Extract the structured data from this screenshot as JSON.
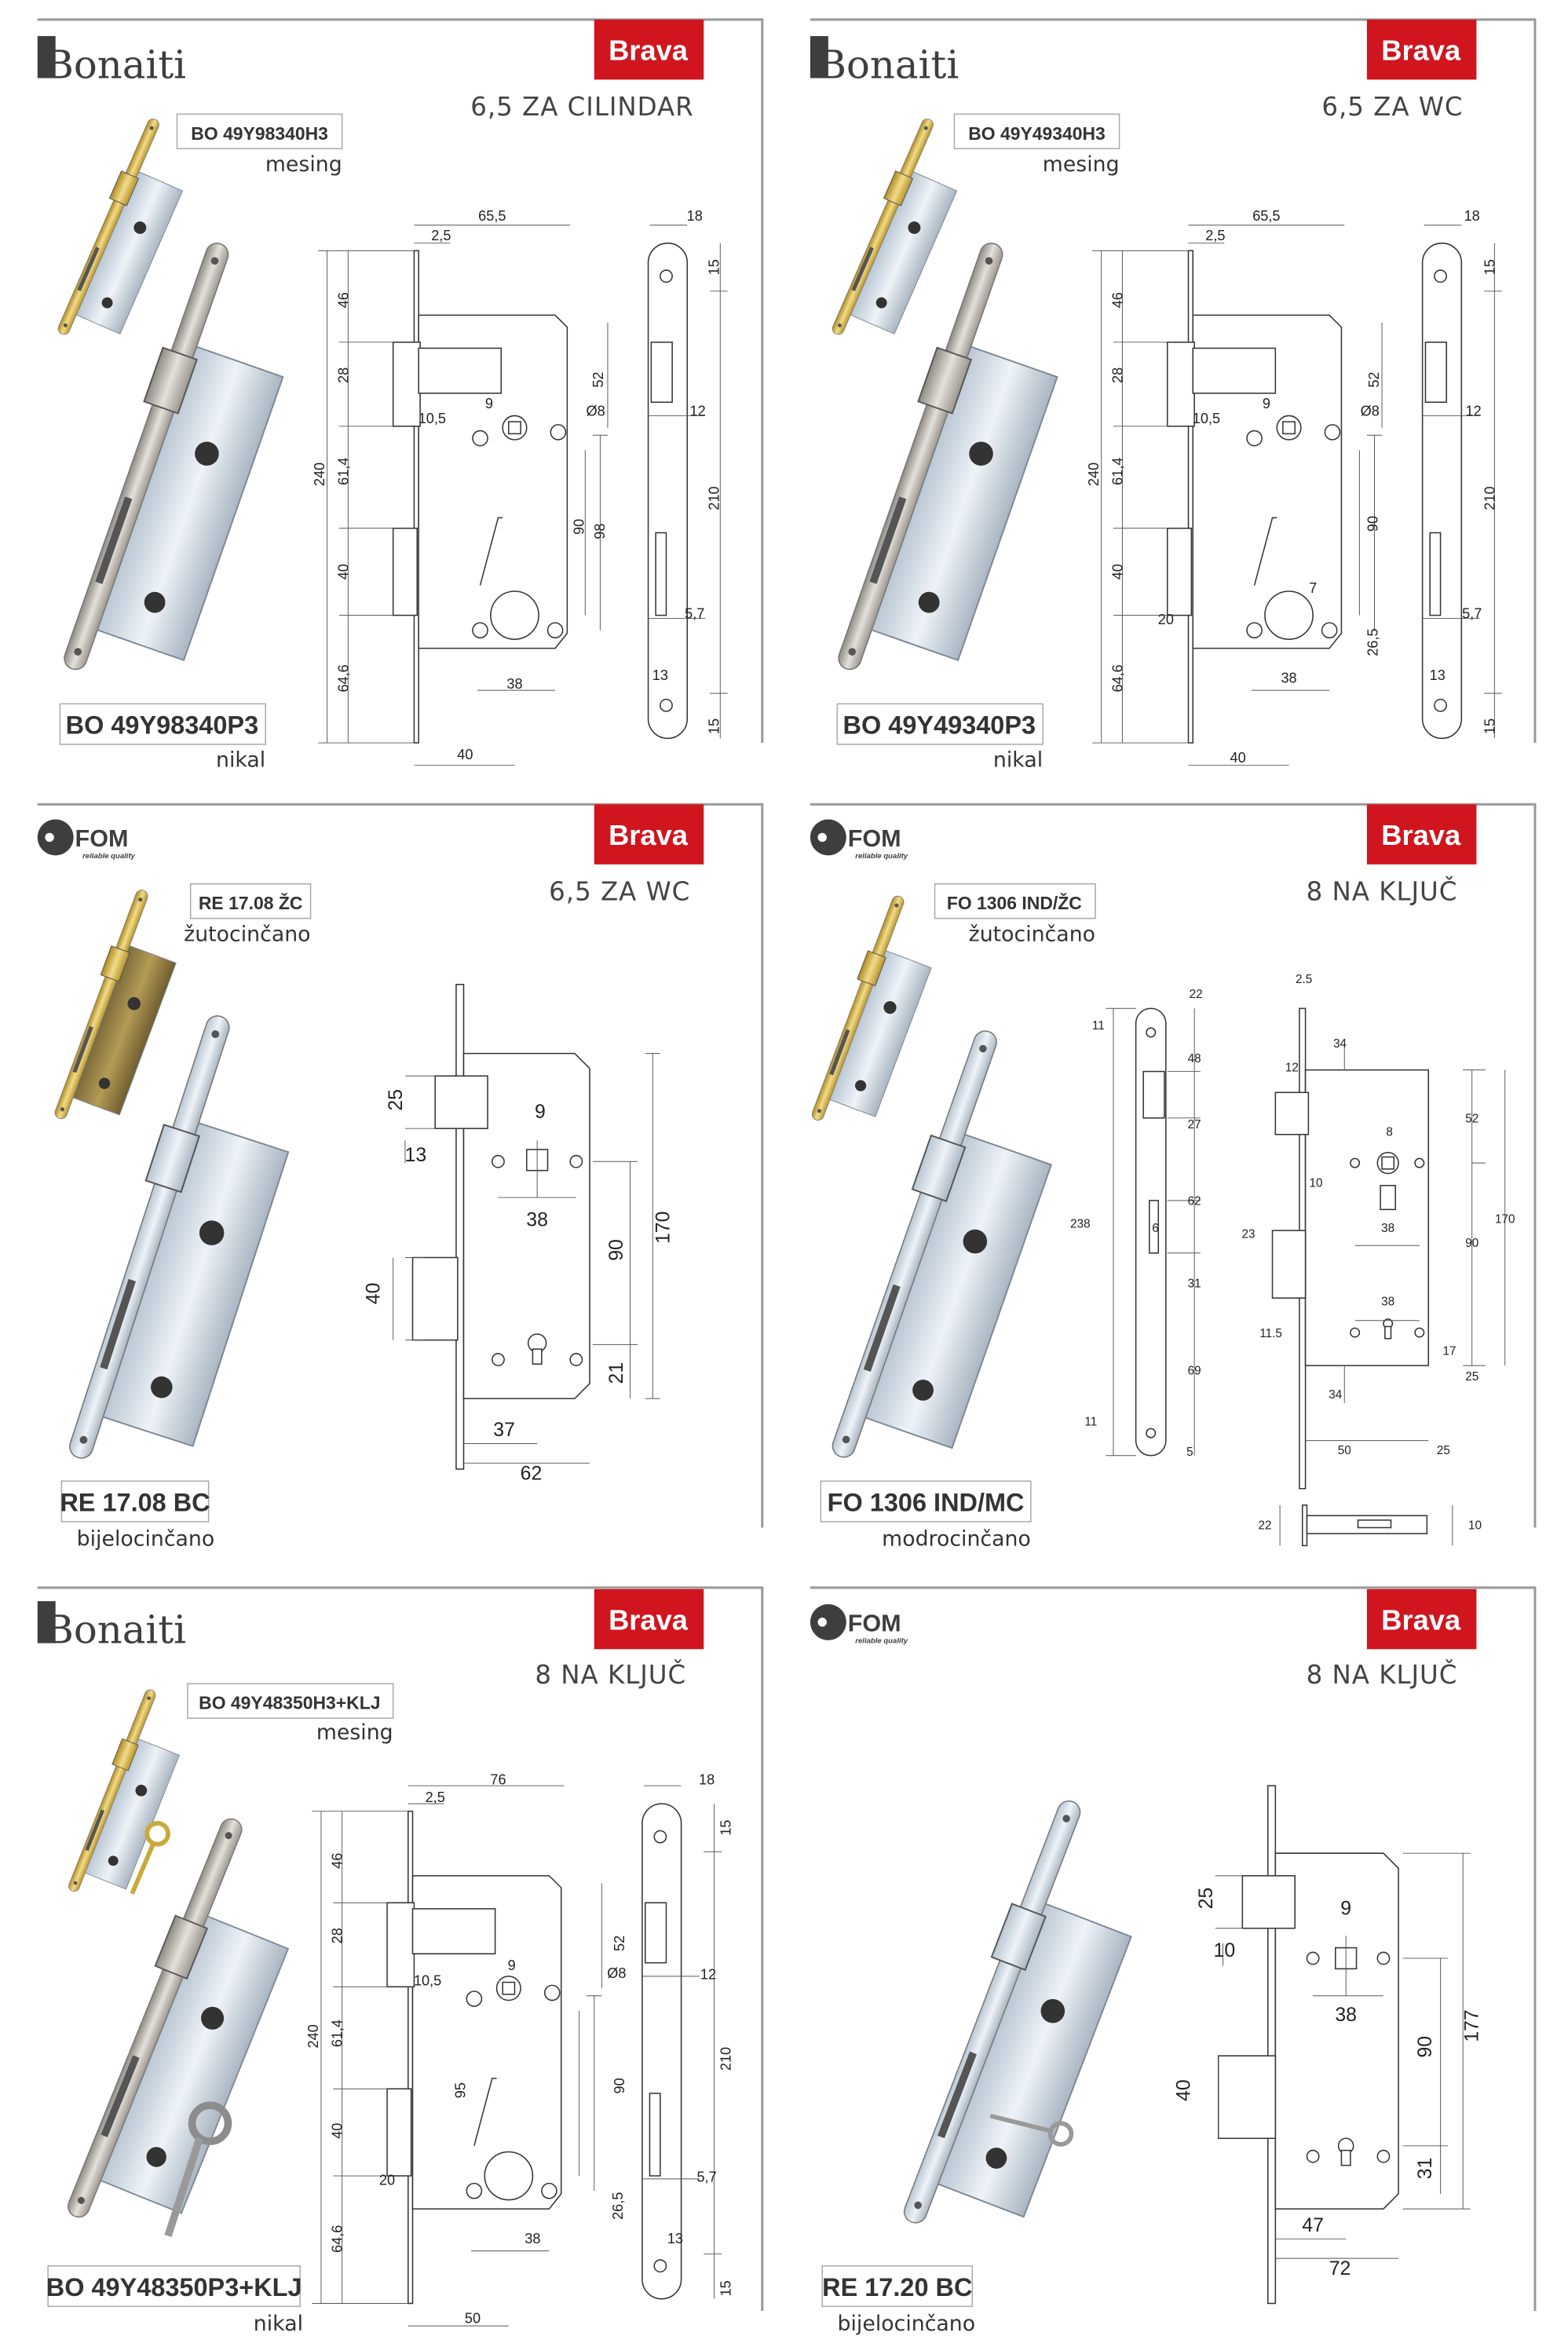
{
  "colors": {
    "accent": "#d0151f",
    "border": "#9a9a9a"
  },
  "panels": [
    {
      "logo": "Bonaiti",
      "badge": "Brava",
      "subtitle": "6,5 ZA CILINDAR",
      "top_code": "BO 49Y98340H3",
      "top_finish": "mesing",
      "bottom_code": "BO 49Y98340P3",
      "bottom_finish": "nikal",
      "dims": [
        "65,5",
        "2,5",
        "18",
        "46",
        "28",
        "240",
        "61,4",
        "40",
        "64,6",
        "15",
        "52",
        "10,5",
        "9",
        "Ø8",
        "12",
        "210",
        "90",
        "98",
        "5,7",
        "38",
        "13",
        "15",
        "40"
      ]
    },
    {
      "logo": "Bonaiti",
      "badge": "Brava",
      "subtitle": "6,5 ZA WC",
      "top_code": "BO 49Y49340H3",
      "top_finish": "mesing",
      "bottom_code": "BO 49Y49340P3",
      "bottom_finish": "nikal",
      "dims": [
        "65,5",
        "2,5",
        "18",
        "46",
        "28",
        "240",
        "61,4",
        "40",
        "64,6",
        "15",
        "52",
        "10,5",
        "9",
        "Ø8",
        "12",
        "210",
        "90",
        "7",
        "20",
        "26,5",
        "5,7",
        "38",
        "13",
        "15",
        "40"
      ]
    },
    {
      "logo": "FOM",
      "logo_tagline": "reliable quality",
      "badge": "Brava",
      "subtitle": "6,5 ZA WC",
      "top_code": "RE 17.08 ŽC",
      "top_finish": "žutocinčano",
      "bottom_code": "RE 17.08 BC",
      "bottom_finish": "bijelocinčano",
      "dims": [
        "25",
        "9",
        "13",
        "38",
        "170",
        "90",
        "40",
        "21",
        "37",
        "62"
      ]
    },
    {
      "logo": "FOM",
      "logo_tagline": "reliable quality",
      "badge": "Brava",
      "subtitle": "8 NA KLJUČ",
      "top_code": "FO 1306 IND/ŽC",
      "top_finish": "žutocinčano",
      "bottom_code": "FO 1306 IND/MC",
      "bottom_finish": "modrocinčano",
      "dims": [
        "22",
        "11",
        "48",
        "27",
        "238",
        "62",
        "6",
        "31",
        "69",
        "11",
        "5",
        "2.5",
        "34",
        "12",
        "52",
        "8",
        "10",
        "170",
        "38",
        "23",
        "90",
        "38",
        "11.5",
        "17",
        "25",
        "34",
        "50",
        "25",
        "22",
        "10"
      ]
    },
    {
      "logo": "Bonaiti",
      "badge": "Brava",
      "subtitle": "8 NA KLJUČ",
      "top_code": "BO 49Y48350H3+KLJ",
      "top_finish": "mesing",
      "bottom_code": "BO 49Y48350P3+KLJ",
      "bottom_finish": "nikal",
      "dims": [
        "76",
        "2,5",
        "18",
        "46",
        "28",
        "240",
        "61,4",
        "40",
        "64,6",
        "15",
        "52",
        "10,5",
        "9",
        "Ø8",
        "12",
        "95",
        "210",
        "90",
        "20",
        "5,7",
        "26,5",
        "38",
        "13",
        "15",
        "50"
      ]
    },
    {
      "logo": "FOM",
      "logo_tagline": "reliable quality",
      "badge": "Brava",
      "subtitle": "8 NA KLJUČ",
      "bottom_code": "RE 17.20 BC",
      "bottom_finish": "bijelocinčano",
      "dims": [
        "25",
        "9",
        "10",
        "38",
        "177",
        "90",
        "40",
        "31",
        "47",
        "72"
      ]
    }
  ]
}
